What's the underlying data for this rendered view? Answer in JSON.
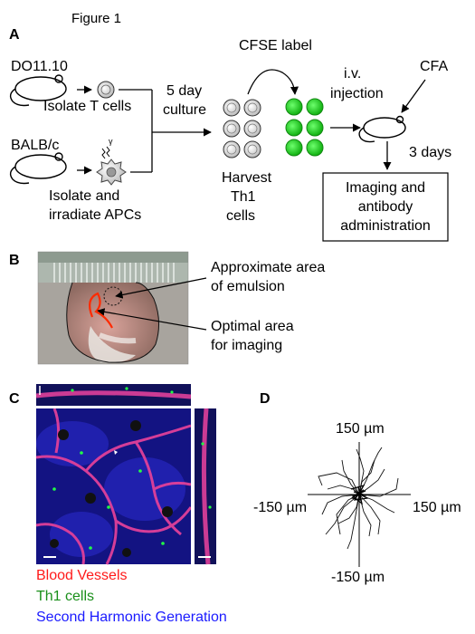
{
  "figure_title": "Figure 1",
  "panels": {
    "a": "A",
    "b": "B",
    "c": "C",
    "d": "D"
  },
  "panel_a": {
    "mouse_top": "DO11.10",
    "isolate_t": "Isolate T cells",
    "mouse_bottom": "BALB/c",
    "isolate_and": "Isolate and",
    "irradiate": "irradiate APCs",
    "culture_1": "5 day",
    "culture_2": "culture",
    "harvest": [
      "Harvest",
      "Th1",
      "cells"
    ],
    "cfse": "CFSE label",
    "iv": "i.v.",
    "injection": "injection",
    "cfa": "CFA",
    "days": "3 days",
    "box_lines": [
      "Imaging and",
      "antibody",
      "administration"
    ],
    "irradiation_symbol": "γ"
  },
  "panel_b": {
    "emulsion_1": "Approximate area",
    "emulsion_2": "of emulsion",
    "optimal_1": "Optimal area",
    "optimal_2": "for imaging"
  },
  "panel_c": {
    "legend": [
      {
        "label": "Blood Vessels",
        "color": "#ff1a1a"
      },
      {
        "label": "Th1 cells",
        "color": "#1a8f1a"
      },
      {
        "label": "Second Harmonic Generation",
        "color": "#1a1aff"
      }
    ]
  },
  "panel_d": {
    "top": "150 µm",
    "left": "-150 µm",
    "right": "150 µm",
    "bottom": "-150 µm"
  },
  "colors": {
    "green_cell": "#22cc22",
    "grey_cell": "#d9d9d9",
    "red_area": "#ff2a00"
  }
}
